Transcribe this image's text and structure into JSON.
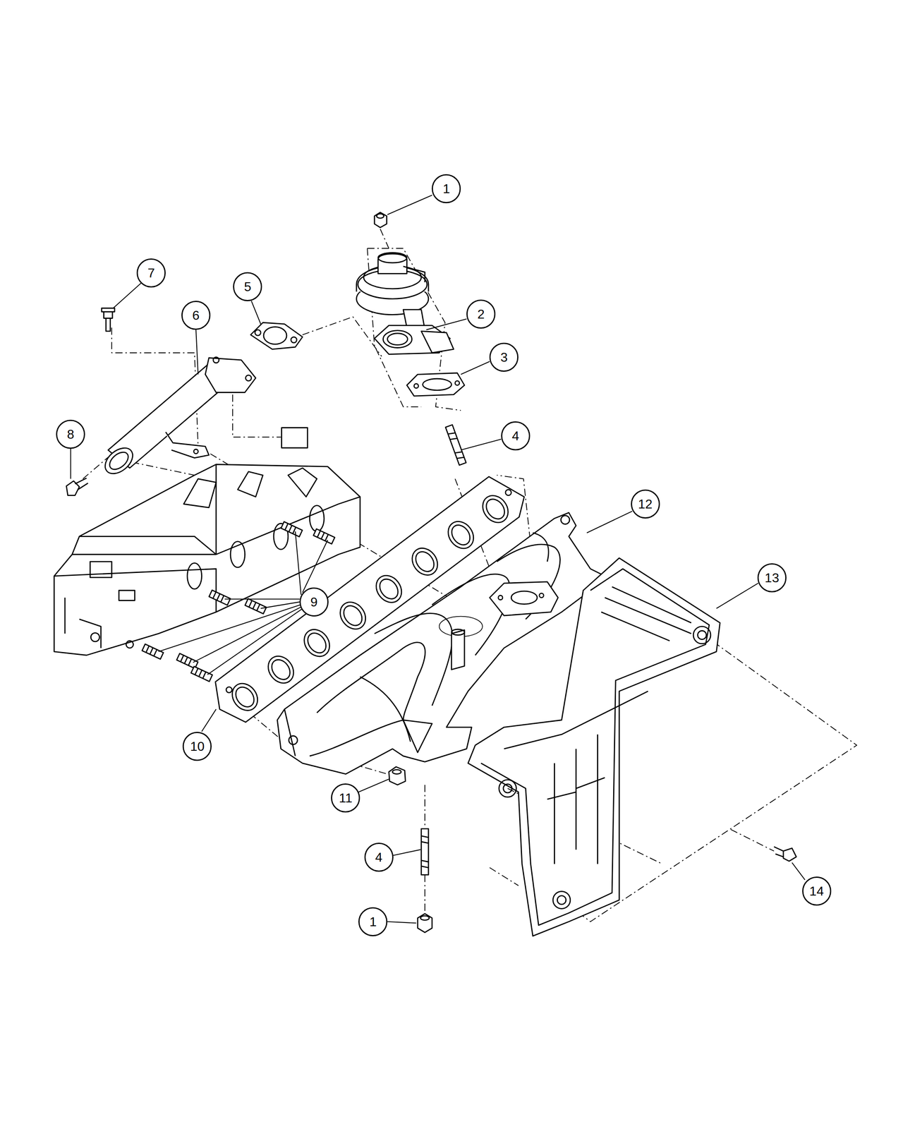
{
  "diagram": {
    "nodes": [
      {
        "text": [
          "1"
        ]
      },
      {
        "text": [
          "7"
        ]
      },
      {
        "text": [
          "5"
        ]
      },
      {
        "text": [
          "2"
        ]
      },
      {
        "text": [
          "6"
        ]
      },
      {
        "text": [
          "3"
        ]
      },
      {
        "text": [
          "8"
        ]
      },
      {
        "text": [
          "4"
        ]
      },
      {
        "text": [
          "12"
        ]
      },
      {
        "text": [
          "13"
        ]
      },
      {
        "text": [
          "9"
        ]
      },
      {
        "text": [
          "10"
        ]
      },
      {
        "text": [
          "11"
        ]
      },
      {
        "text": [
          "4"
        ]
      },
      {
        "text": [
          "14"
        ]
      },
      {
        "text": [
          "1"
        ]
      }
    ]
  }
}
